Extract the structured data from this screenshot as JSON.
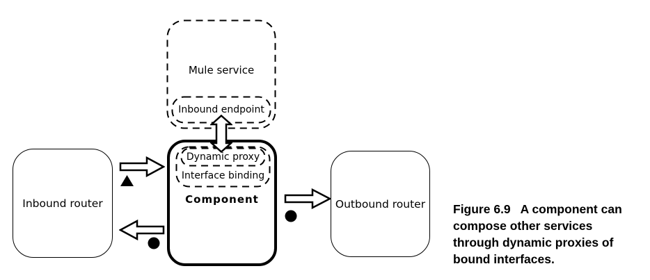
{
  "diagram": {
    "mule_service": "Mule service",
    "inbound_endpoint": "Inbound endpoint",
    "dynamic_proxy": "Dynamic proxy",
    "interface_binding": "Interface binding",
    "component": "Component",
    "inbound_router": "Inbound router",
    "outbound_router": "Outbound router"
  },
  "figure": {
    "caption_lines": [
      "Figure 6.9   A component can",
      "compose other services",
      "through dynamic proxies of",
      "bound interfaces."
    ]
  },
  "icons": {
    "up_down_block_arrow": "⇕",
    "right_block_arrow": "⇨",
    "left_block_arrow": "⇦",
    "filled_triangle_marker": "▲",
    "filled_dot_marker": "●"
  },
  "colors": {
    "ink": "#000000",
    "background": "#ffffff"
  }
}
